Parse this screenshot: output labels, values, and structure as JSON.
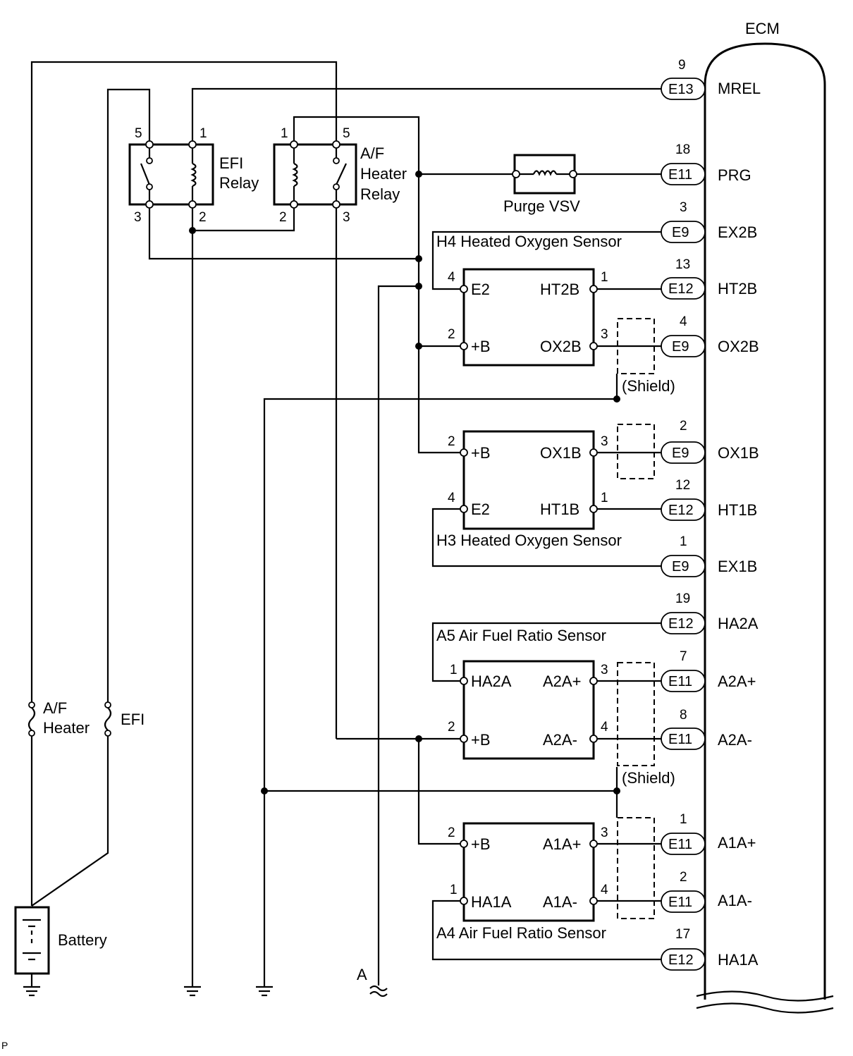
{
  "ecm": {
    "title": "ECM",
    "pins": [
      {
        "num": "9",
        "conn": "E13",
        "signal": "MREL"
      },
      {
        "num": "18",
        "conn": "E11",
        "signal": "PRG"
      },
      {
        "num": "3",
        "conn": "E9",
        "signal": "EX2B"
      },
      {
        "num": "13",
        "conn": "E12",
        "signal": "HT2B"
      },
      {
        "num": "4",
        "conn": "E9",
        "signal": "OX2B"
      },
      {
        "num": "2",
        "conn": "E9",
        "signal": "OX1B"
      },
      {
        "num": "12",
        "conn": "E12",
        "signal": "HT1B"
      },
      {
        "num": "1",
        "conn": "E9",
        "signal": "EX1B"
      },
      {
        "num": "19",
        "conn": "E12",
        "signal": "HA2A"
      },
      {
        "num": "7",
        "conn": "E11",
        "signal": "A2A+"
      },
      {
        "num": "8",
        "conn": "E11",
        "signal": "A2A-"
      },
      {
        "num": "1",
        "conn": "E11",
        "signal": "A1A+"
      },
      {
        "num": "2",
        "conn": "E11",
        "signal": "A1A-"
      },
      {
        "num": "17",
        "conn": "E12",
        "signal": "HA1A"
      }
    ]
  },
  "efi_relay": {
    "label_line1": "EFI",
    "label_line2": "Relay",
    "pin_tl": "5",
    "pin_tr": "1",
    "pin_bl": "3",
    "pin_br": "2"
  },
  "af_relay": {
    "label_line1": "A/F",
    "label_line2": "Heater",
    "label_line3": "Relay",
    "pin_tl": "1",
    "pin_tr": "5",
    "pin_bl": "2",
    "pin_br": "3"
  },
  "purge_vsv": {
    "label": "Purge VSV"
  },
  "sensor_h4": {
    "label": "H4  Heated Oxygen Sensor",
    "pin_e2_num": "4",
    "pin_e2": "E2",
    "pin_b_num": "2",
    "pin_b": "+B",
    "pin_ht_num": "1",
    "pin_ht": "HT2B",
    "pin_ox_num": "3",
    "pin_ox": "OX2B"
  },
  "sensor_h3": {
    "label": "H3  Heated Oxygen Sensor",
    "pin_b_num": "2",
    "pin_b": "+B",
    "pin_e2_num": "4",
    "pin_e2": "E2",
    "pin_ox_num": "3",
    "pin_ox": "OX1B",
    "pin_ht_num": "1",
    "pin_ht": "HT1B"
  },
  "sensor_a5": {
    "label": "A5  Air Fuel Ratio Sensor",
    "pin_ha_num": "1",
    "pin_ha": "HA2A",
    "pin_b_num": "2",
    "pin_b": "+B",
    "pin_p_num": "3",
    "pin_p": "A2A+",
    "pin_m_num": "4",
    "pin_m": "A2A-"
  },
  "sensor_a4": {
    "label": "A4  Air Fuel Ratio Sensor",
    "pin_b_num": "2",
    "pin_b": "+B",
    "pin_ha_num": "1",
    "pin_ha": "HA1A",
    "pin_p_num": "3",
    "pin_p": "A1A+",
    "pin_m_num": "4",
    "pin_m": "A1A-"
  },
  "shield_label": "(Shield)",
  "fuse_af": {
    "line1": "A/F",
    "line2": "Heater"
  },
  "fuse_efi": {
    "label": "EFI"
  },
  "battery": {
    "label": "Battery"
  },
  "ground_a": {
    "label": "A"
  },
  "footer_code": "P"
}
